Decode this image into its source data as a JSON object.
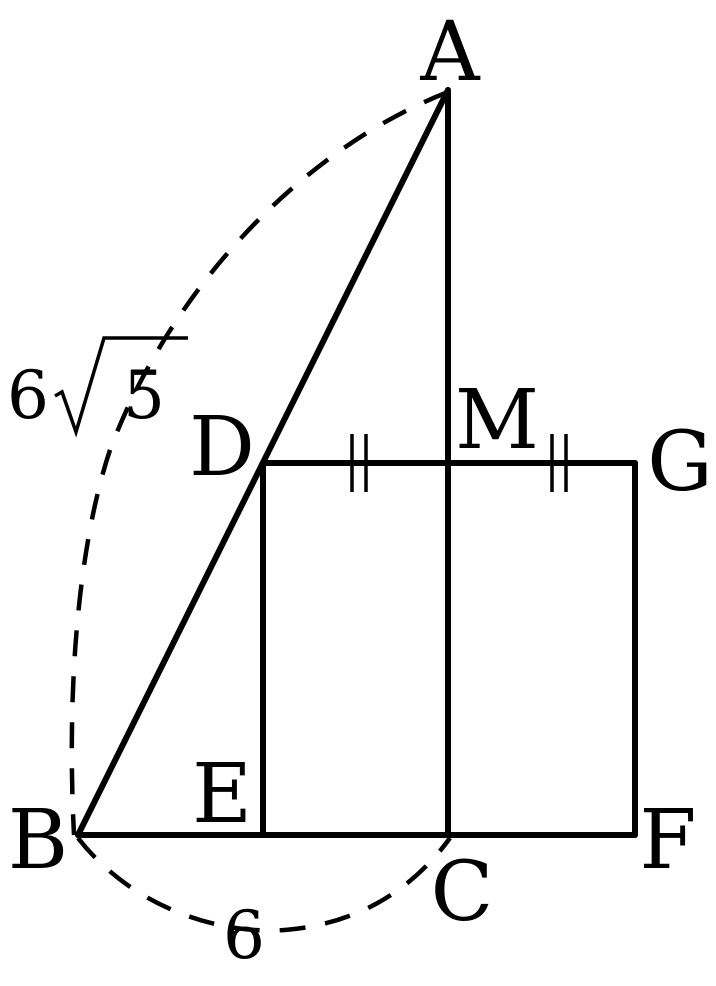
{
  "points": {
    "A": "A",
    "B": "B",
    "C": "C",
    "D": "D",
    "E": "E",
    "F": "F",
    "G": "G",
    "M": "M"
  },
  "lengths": {
    "AB_coef": "6",
    "AB_radicand": "5",
    "BC": "6"
  },
  "colors": {
    "stroke": "#000000",
    "background": "#ffffff"
  }
}
